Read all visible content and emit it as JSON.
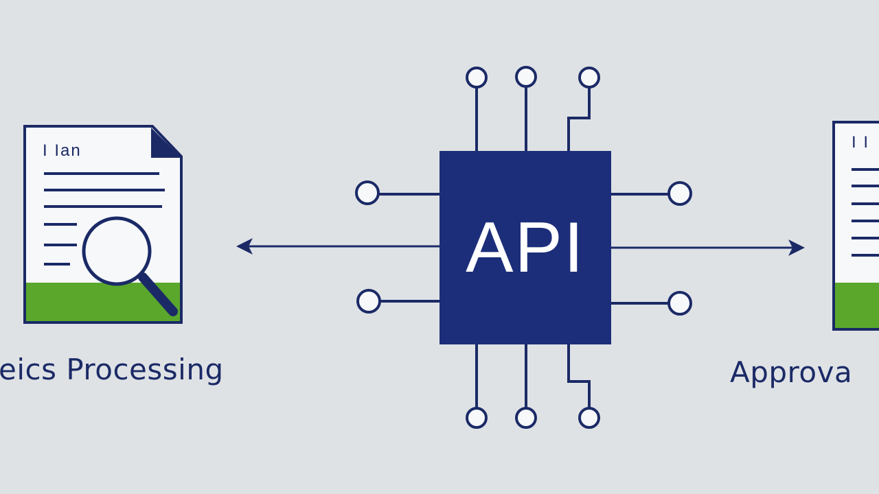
{
  "diagram": {
    "hub_label": "API",
    "left_node": {
      "label": "eics Processing",
      "doc_header": "I Ian"
    },
    "right_node": {
      "label": "Approva",
      "doc_header": "I I"
    },
    "colors": {
      "background": "#dfe2e5",
      "navy": "#1b2a66",
      "hub_fill": "#1c2e7a",
      "accent_green": "#5aa72c",
      "paper": "#f7f8fa"
    },
    "icons": [
      "document-icon",
      "magnifier-icon",
      "chip-icon",
      "arrow-left-icon",
      "arrow-right-icon"
    ]
  }
}
